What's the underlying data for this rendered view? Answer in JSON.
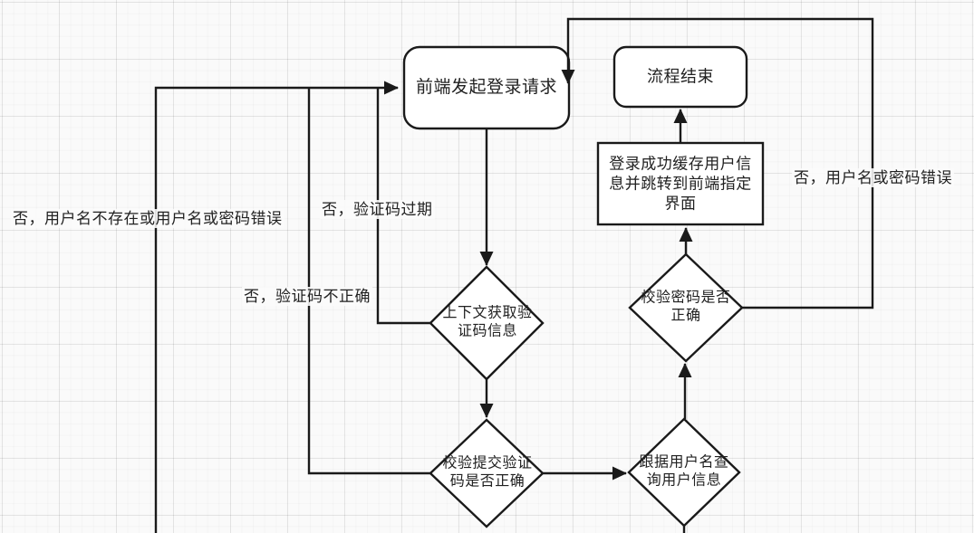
{
  "flowchart": {
    "nodes": {
      "start": {
        "label": "前端发起登录请求",
        "type": "rounded-rect"
      },
      "end": {
        "label": "流程结束",
        "type": "rounded-rect"
      },
      "cache_redirect": {
        "label": "登录成功缓存用户信息并跳转到前端指定界面",
        "type": "rect"
      },
      "get_captcha": {
        "label": "上下文获取验证码信息",
        "type": "decision"
      },
      "check_password": {
        "label": "校验密码是否正确",
        "type": "decision"
      },
      "check_captcha": {
        "label": "校验提交验证码是否正确",
        "type": "decision"
      },
      "query_user": {
        "label": "跟据用户名查询用户信息",
        "type": "decision"
      }
    },
    "edge_labels": {
      "user_not_exist": "否，用户名不存在或用户名或密码错误",
      "captcha_expired": "否，验证码过期",
      "captcha_incorrect": "否，验证码不正确",
      "wrong_password": "否，用户名或密码错误"
    },
    "colors": {
      "line": "#1a1a1a",
      "text": "#212121",
      "node_fill": "#ffffff",
      "canvas": "#fafafa"
    }
  }
}
